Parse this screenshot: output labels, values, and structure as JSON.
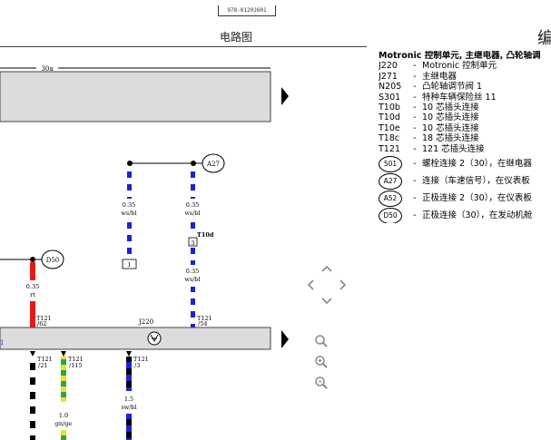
{
  "header": {
    "doc_id": "978-01202601",
    "sheet_title": "电路图",
    "edit_label": "编"
  },
  "legend": {
    "title": "Motronic 控制单元, 主继电器, 凸轮轴调",
    "items": [
      {
        "code": "J220",
        "desc": "Motronic 控制单元"
      },
      {
        "code": "J271",
        "desc": "主继电器"
      },
      {
        "code": "N205",
        "desc": "凸轮轴调节阀 1"
      },
      {
        "code": "S301",
        "desc": "特种车辆保险丝 11"
      },
      {
        "code": "T10b",
        "desc": "10 芯插头连接"
      },
      {
        "code": "T10d",
        "desc": "10 芯插头连接"
      },
      {
        "code": "T10e",
        "desc": "10 芯插头连接"
      },
      {
        "code": "T18c",
        "desc": "18 芯插头连接"
      },
      {
        "code": "T121",
        "desc": "121 芯插头连接"
      }
    ],
    "circled": [
      {
        "code": "501",
        "desc": "螺栓连接 2（30），在继电器"
      },
      {
        "code": "A27",
        "desc": "连接（车速信号），在仪表板"
      },
      {
        "code": "A52",
        "desc": "正极连接 2（30），在仪表板"
      },
      {
        "code": "D50",
        "desc": "正极连接（30），在发动机舱"
      }
    ]
  },
  "diagram": {
    "bus_label": "30a",
    "connectors": {
      "a27": "A27",
      "d50": "D50",
      "t10d": "T10d",
      "t10d_pin": "3",
      "t10d_box": "1",
      "j220": "J220"
    },
    "wires": {
      "w1_size": "0.35",
      "w1_color": "ws/bl",
      "w2_size": "0.35",
      "w2_color": "ws/bl",
      "w3_size": "0.35",
      "w3_color": "ws/bl",
      "w4_size": "0.35",
      "w4_color": "rt",
      "w5_size": "1.0",
      "w5_color": "gn/ge",
      "w6_size": "1.5",
      "w6_color": "sw/bl"
    },
    "pins": {
      "p62_conn": "T121",
      "p62": "/62",
      "p54_conn": "T121",
      "p54": "/54",
      "p21_conn": "T121",
      "p21": "/21",
      "p115_conn": "T121",
      "p115": "/115",
      "p3_conn": "T121",
      "p3": "/3"
    }
  },
  "colors": {
    "module_fill": "#dcdcdc",
    "wire_white": "#ffffff",
    "wire_blue": "#1e22d6",
    "wire_red": "#e31b1b",
    "wire_green": "#2aa64a",
    "wire_yellow": "#f0e020",
    "wire_black": "#000000",
    "nav_icon": "#888888"
  },
  "nav": {
    "pan_up": "pan-up-icon",
    "pan_left": "pan-left-icon",
    "pan_right": "pan-right-icon",
    "pan_down": "pan-down-icon",
    "zoom_fit": "zoom-fit-icon",
    "zoom_in": "zoom-in-icon",
    "zoom_out": "zoom-out-icon"
  }
}
